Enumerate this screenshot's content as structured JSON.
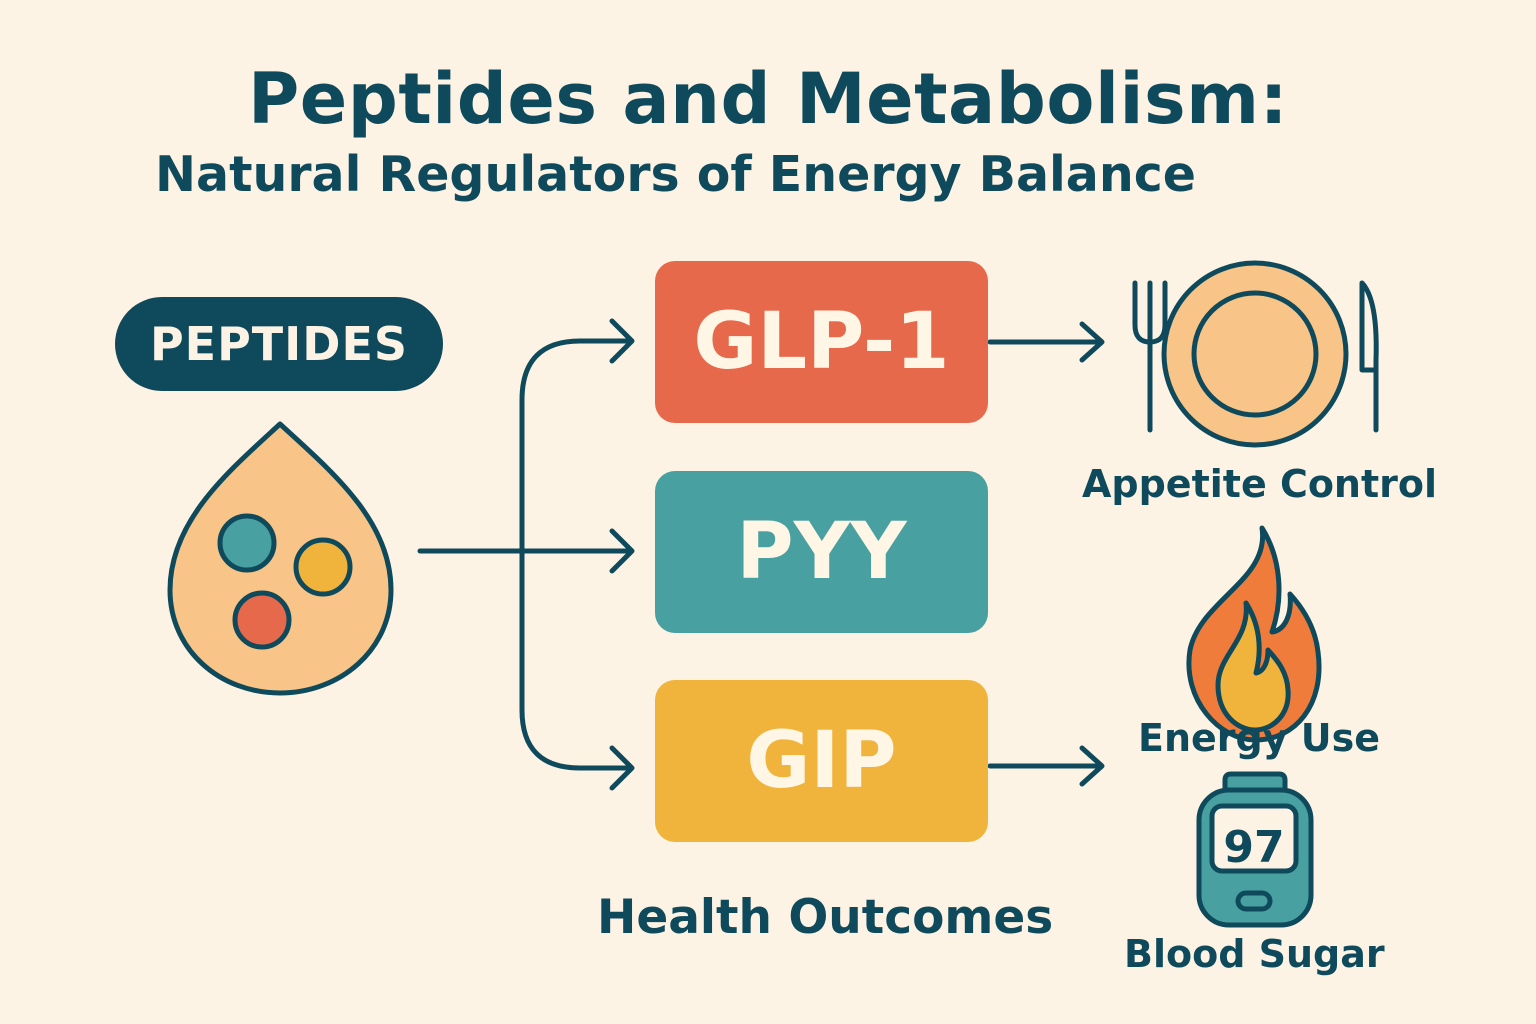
{
  "header": {
    "title": "Peptides and Metabolism:",
    "subtitle": "Natural Regulators of Energy Balance"
  },
  "source": {
    "label": "PEPTIDES",
    "icon": "droplet-icon"
  },
  "peptides": [
    {
      "id": "glp1",
      "label": "GLP-1",
      "color": "#e5694a"
    },
    {
      "id": "pyy",
      "label": "PYY",
      "color": "#48a0a0"
    },
    {
      "id": "gip",
      "label": "GIP",
      "color": "#f0b43c"
    }
  ],
  "outcomes": {
    "appetite": {
      "label": "Appetite Control",
      "icon": "plate-cutlery-icon"
    },
    "energy": {
      "label": "Energy Use",
      "icon": "flame-icon"
    },
    "sugar": {
      "label": "Blood Sugar",
      "icon": "glucose-meter-icon",
      "reading": "97"
    },
    "section_label": "Health Outcomes"
  },
  "colors": {
    "navy": "#0f4a5c",
    "background": "#fcf3e4",
    "drop_fill": "#f9c487"
  }
}
